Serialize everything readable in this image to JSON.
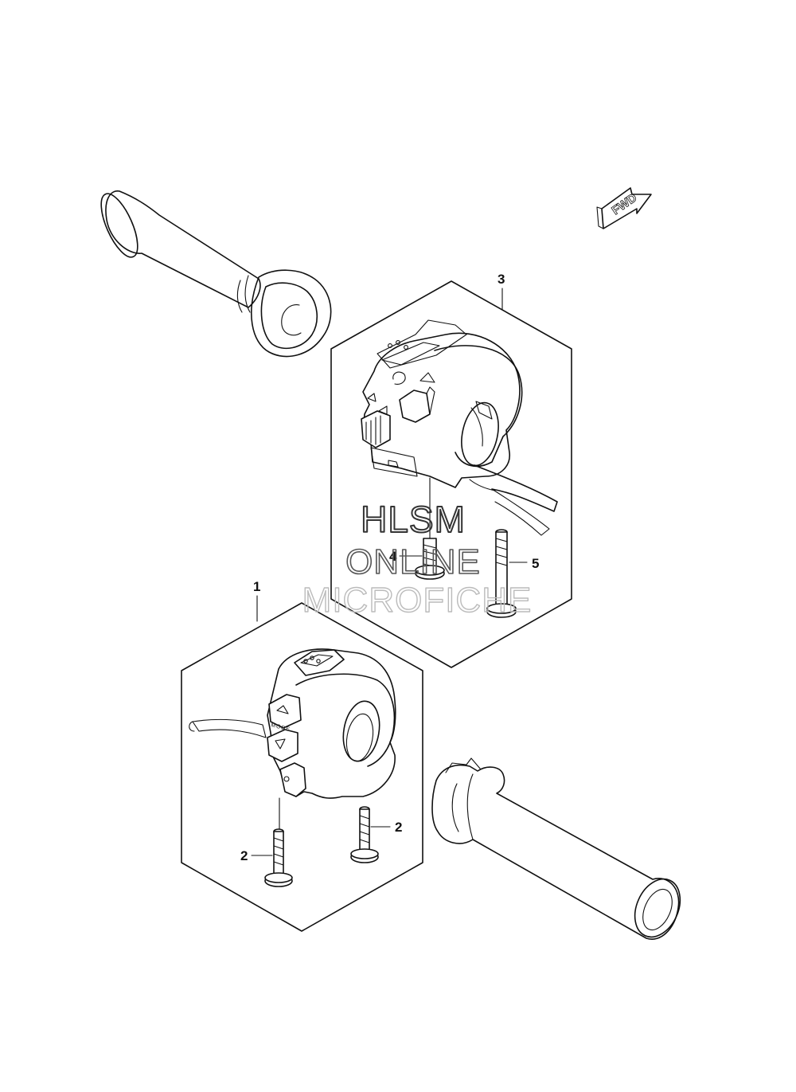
{
  "diagram": {
    "callouts": [
      "1",
      "2",
      "2",
      "3",
      "4",
      "5"
    ],
    "fwd_label": "FWD",
    "watermark": {
      "line1": "HLSM",
      "line2": "ONLINE",
      "line3": "MICROFICHE"
    },
    "switch_labels": {
      "mode": "MODE"
    },
    "colors": {
      "line": "#111111",
      "background": "#ffffff",
      "watermark_dark": "#333333",
      "watermark_light": "#bbbbbb"
    }
  }
}
